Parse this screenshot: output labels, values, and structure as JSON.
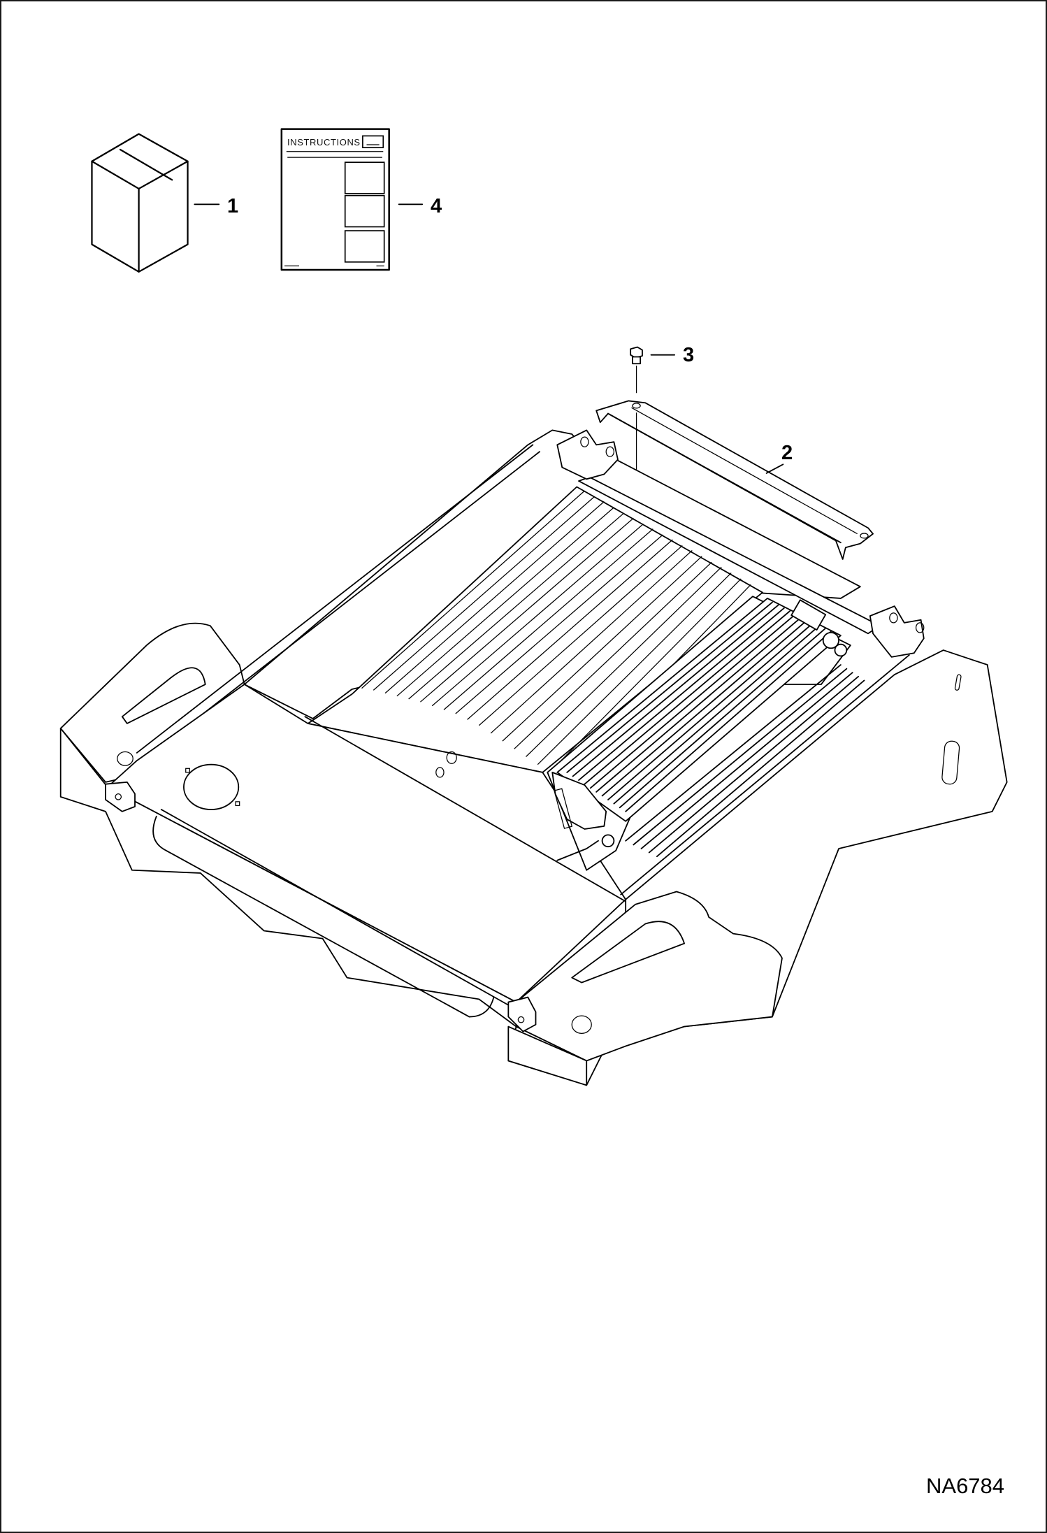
{
  "diagram": {
    "figure_id": "NA6784",
    "callouts": [
      {
        "number": "1",
        "part": "box"
      },
      {
        "number": "2",
        "part": "bracket"
      },
      {
        "number": "3",
        "part": "bolt"
      },
      {
        "number": "4",
        "part": "instructions"
      }
    ],
    "instructions_sheet": {
      "title": "INSTRUCTIONS"
    }
  }
}
